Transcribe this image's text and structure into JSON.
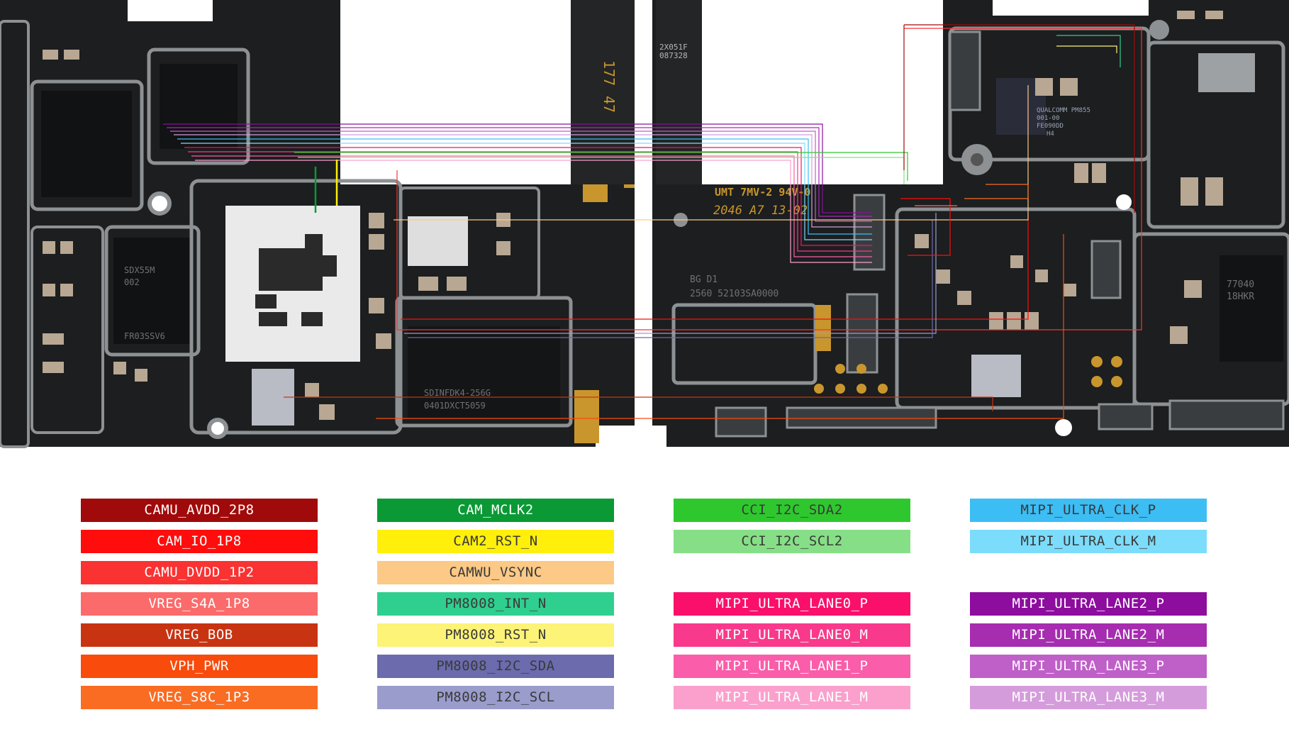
{
  "board": {
    "left_chips": [
      "SDX55M",
      "002",
      "FR03SSV6",
      "SDINFDK4-256G",
      "0401DXCT5059"
    ],
    "right_chips": [
      "UMT 7MV-2 94V-0",
      "2046 A7 13-02",
      "BG D1",
      "2560 52103SA0000",
      "QUALCOMM PM855",
      "001-00",
      "FE090DD",
      "H4",
      "2X051F",
      "087328",
      "177",
      "47",
      "77040",
      "18HKR"
    ],
    "colors": {
      "pcb": "#1b1d1e",
      "shield": "#8d9194",
      "gold": "#c9962e",
      "pad": "#b8a793"
    }
  },
  "legend": {
    "col1": [
      {
        "label": "CAMU_AVDD_2P8",
        "color": "#a00a0a"
      },
      {
        "label": "CAM_IO_1P8",
        "color": "#ff0d0d"
      },
      {
        "label": "CAMU_DVDD_1P2",
        "color": "#fa3232"
      },
      {
        "label": "VREG_S4A_1P8",
        "color": "#fb6b6b"
      },
      {
        "label": "VREG_BOB",
        "color": "#c83412"
      },
      {
        "label": "VPH_PWR",
        "color": "#f84b0c"
      },
      {
        "label": "VREG_S8C_1P3",
        "color": "#fa6c22"
      }
    ],
    "col2": [
      {
        "label": "CAM_MCLK2",
        "color": "#0a9935"
      },
      {
        "label": "CAM2_RST_N",
        "color": "#ffef0a"
      },
      {
        "label": "CAMWU_VSYNC",
        "color": "#fcc986"
      },
      {
        "label": "PM8008_INT_N",
        "color": "#2fcf8f"
      },
      {
        "label": "PM8008_RST_N",
        "color": "#fdf376"
      },
      {
        "label": "PM8008_I2C_SDA",
        "color": "#6b6bad"
      },
      {
        "label": "PM8008_I2C_SCL",
        "color": "#9a9ccc"
      }
    ],
    "col3": [
      {
        "label": "CCI_I2C_SDA2",
        "color": "#2ec82e"
      },
      {
        "label": "CCI_I2C_SCL2",
        "color": "#86df86"
      },
      {
        "label": "MIPI_ULTRA_LANE0_P",
        "color": "#fa0f6a"
      },
      {
        "label": "MIPI_ULTRA_LANE0_M",
        "color": "#f9398b"
      },
      {
        "label": "MIPI_ULTRA_LANE1_P",
        "color": "#fa5da9"
      },
      {
        "label": "MIPI_ULTRA_LANE1_M",
        "color": "#fba0cd"
      }
    ],
    "col4": [
      {
        "label": "MIPI_ULTRA_CLK_P",
        "color": "#3cbdf4"
      },
      {
        "label": "MIPI_ULTRA_CLK_M",
        "color": "#7cdcfb"
      },
      {
        "label": "MIPI_ULTRA_LANE2_P",
        "color": "#8c0d9e"
      },
      {
        "label": "MIPI_ULTRA_LANE2_M",
        "color": "#a62cb0"
      },
      {
        "label": "MIPI_ULTRA_LANE3_P",
        "color": "#bf5fc8"
      },
      {
        "label": "MIPI_ULTRA_LANE3_M",
        "color": "#d59cdc"
      }
    ]
  }
}
